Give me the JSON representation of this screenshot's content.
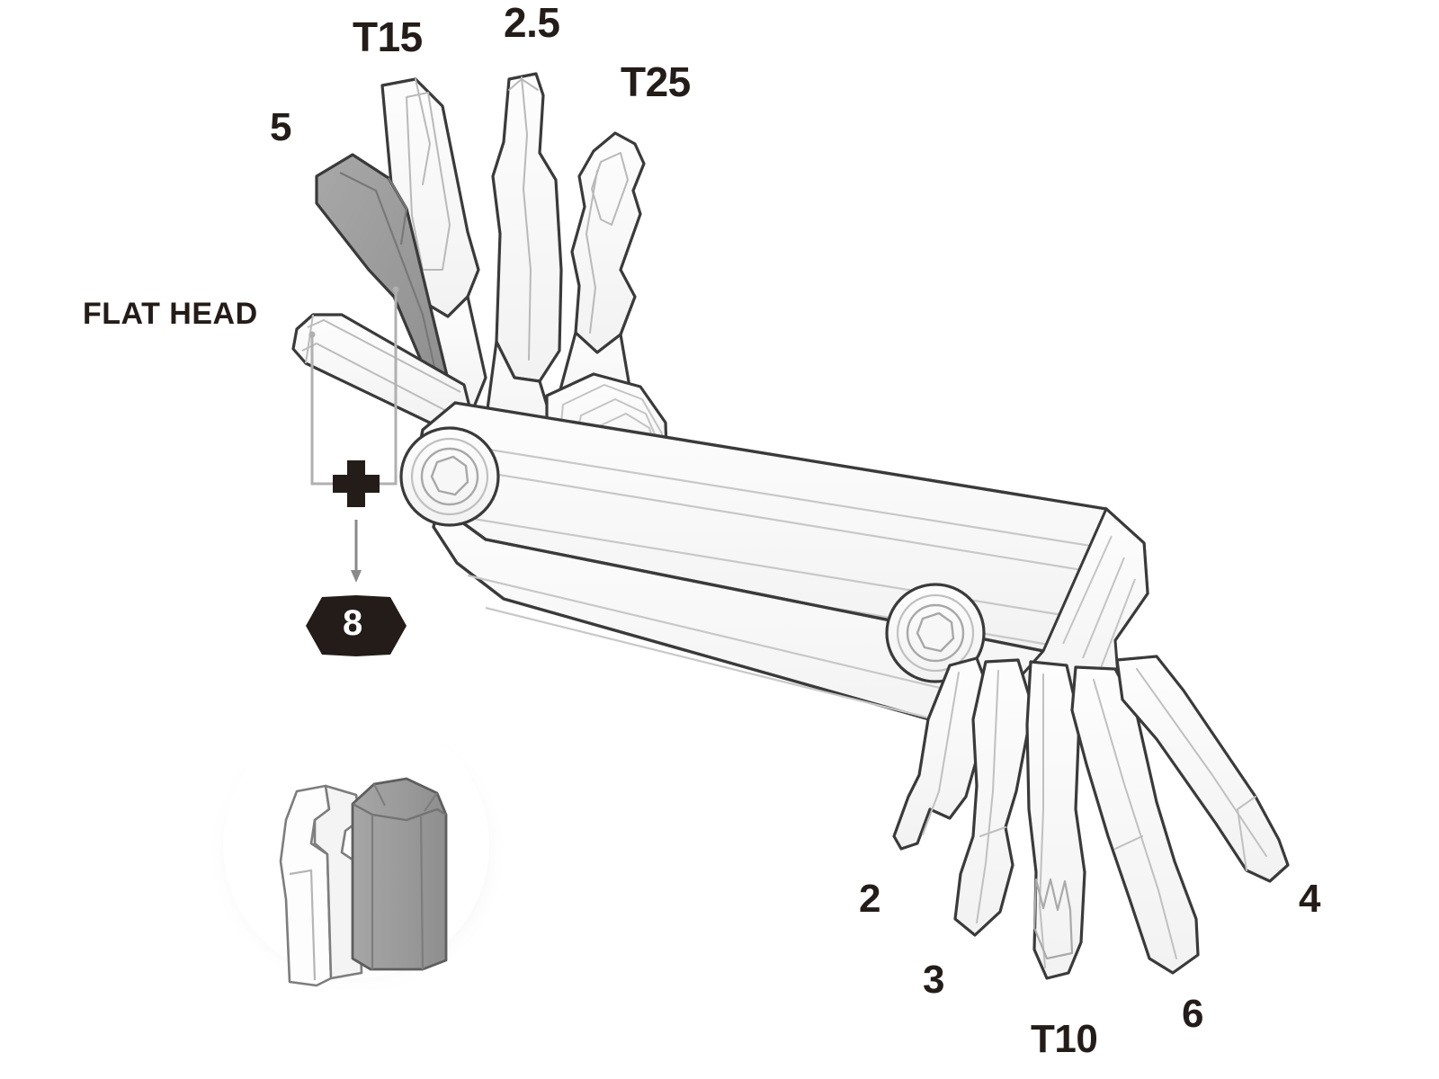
{
  "illustration": {
    "title": "Folding multi-tool exploded bit callout diagram",
    "background_color": "#ffffff",
    "ink_color": "#231c19",
    "outline_color": "#3a3a3a",
    "body_fill": "#fbfbfb",
    "highlight_fill": "#9a9a9a",
    "inset_bit_fill": "#9b9b9b"
  },
  "labels": {
    "flat_head": "FLAT HEAD",
    "hex_5": "5",
    "torx_t15": "T15",
    "hex_2_5": "2.5",
    "torx_t25": "T25",
    "hex_2": "2",
    "hex_3": "3",
    "torx_t10": "T10",
    "hex_6": "6",
    "hex_4": "4"
  },
  "callout": {
    "combine_symbol": "+",
    "result_badge": "8",
    "badge_shape": "hexagon",
    "badge_fill": "#231c19",
    "badge_text_color": "#ffffff"
  },
  "inset": {
    "shape": "circle",
    "shows": "close-up of flat head blade tip beside hex bit tip",
    "flat_bit_fill": "#fdfdfd",
    "hex_bit_fill": "#9b9b9b"
  },
  "tools": {
    "top_cluster": [
      "5",
      "T15",
      "2.5",
      "T25",
      "FLAT HEAD"
    ],
    "bottom_cluster": [
      "2",
      "3",
      "T10",
      "6",
      "4"
    ]
  }
}
